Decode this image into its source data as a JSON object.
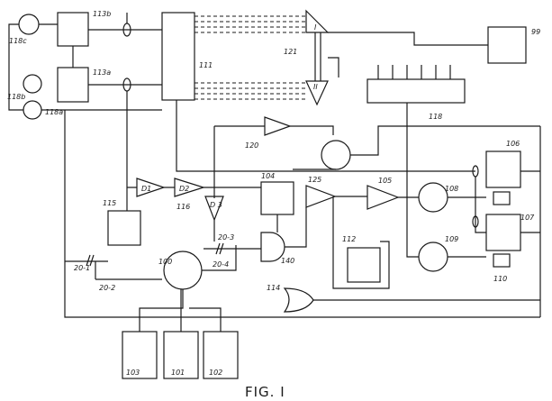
{
  "figure": {
    "caption": "FIG. I",
    "labels": {
      "b113b": "113b",
      "b113a": "113a",
      "b111": "111",
      "b99": "99",
      "c118c": "118c",
      "c118b": "118b",
      "c118a": "118a",
      "t121": "121",
      "t1": "I",
      "t2": "II",
      "b118": "118",
      "t120": "120",
      "b106": "106",
      "b107": "107",
      "c108": "108",
      "c109": "109",
      "b110": "110",
      "t125": "125",
      "t105": "105",
      "b104": "104",
      "b112": "112",
      "b115": "115",
      "td1": "D1",
      "td2": "D2",
      "td3": "D\n3",
      "n116": "116",
      "c100": "100",
      "g140": "140",
      "g114": "114",
      "s201": "20-1",
      "s202": "20-2",
      "s203": "20-3",
      "s204": "20-4",
      "b103": "103",
      "b101": "101",
      "b102": "102"
    }
  }
}
